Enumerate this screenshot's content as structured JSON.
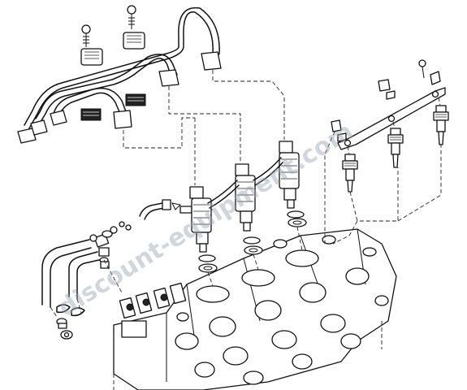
{
  "watermark": {
    "text": "discount-equipment.com",
    "color": "#9aa6b2"
  },
  "parts": {
    "fuel_lines": "injection-pipe-set",
    "injectors": [
      "injector-1",
      "injector-2",
      "injector-3"
    ],
    "glow_plugs": [
      "glow-plug-1",
      "glow-plug-2",
      "glow-plug-3"
    ],
    "glow_plug_lead": "glow-plug-bus-bar",
    "leak_off_hoses": "leak-off-hose-set",
    "cylinder_head": "cylinder-head"
  }
}
